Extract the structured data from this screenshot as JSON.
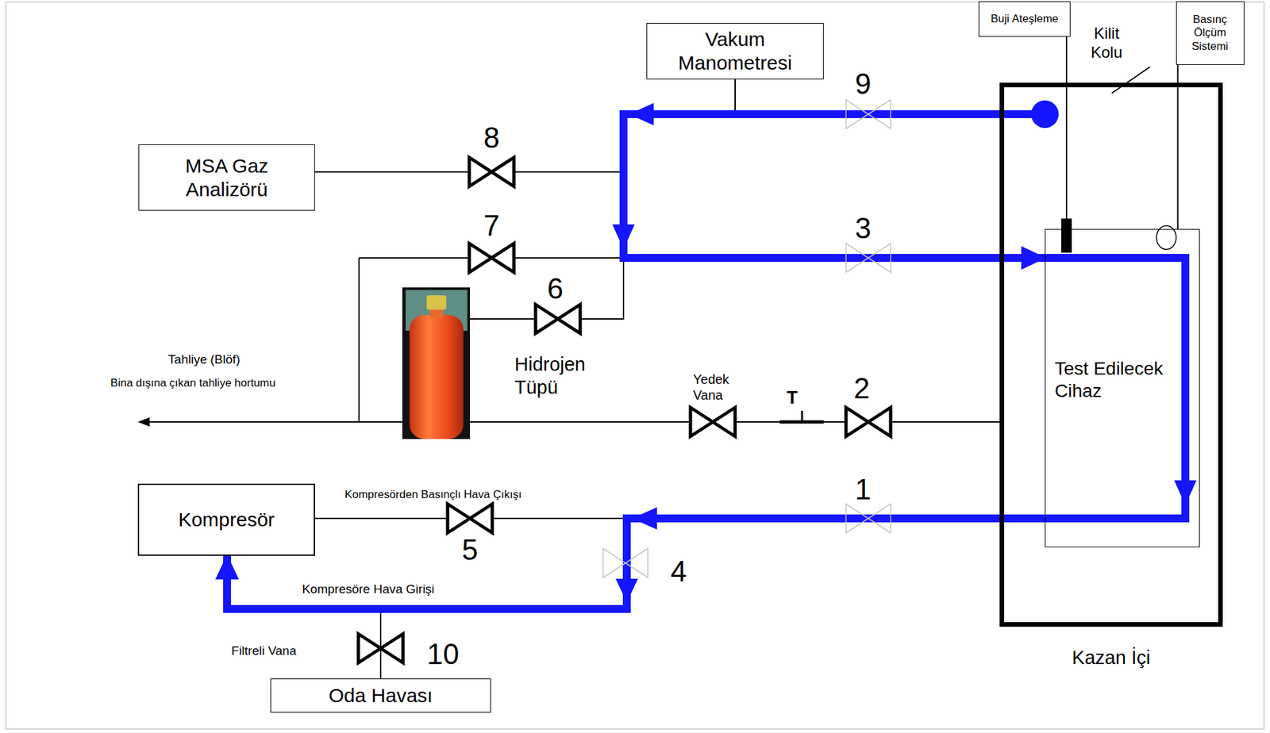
{
  "diagram": {
    "nodes": [
      {
        "text": [
          "Buji Ateşleme"
        ]
      },
      {
        "text": [
          "Basınç Ölçüm Sistemi"
        ]
      },
      {
        "text": [
          "Vakum Manometresi"
        ]
      },
      {
        "text": [
          "MSA Gaz Analizörü"
        ]
      },
      {
        "text": [
          "Kazan İçi"
        ]
      },
      {
        "text": [
          "Test Edilecek Cihaz"
        ],
        "in": 4
      },
      {
        "text": [
          "Kompresör"
        ]
      },
      {
        "text": [
          "Oda Havası"
        ]
      }
    ],
    "edges": [
      {
        "from": 4,
        "to": 5,
        "arrow": "to"
      },
      {
        "from": 5,
        "to": 6,
        "arrow": "to"
      },
      {
        "from": 7,
        "to": 6,
        "arrow": "to"
      },
      {
        "from": 0,
        "to": 5,
        "arrow": "none"
      },
      {
        "from": 1,
        "to": 5,
        "arrow": "none"
      }
    ],
    "labels": [
      "Kilit Kolu",
      "9",
      "8",
      "7",
      "3",
      "6",
      "Hidrojen Tüpü",
      "Tahliye (Blöf)",
      "Bina dışına çıkan tahliye hortumu",
      "Yedek Vana",
      "T",
      "2",
      "Kompresörden Basınçlı Hava Çıkışı",
      "5",
      "1",
      "4",
      "Kompresöre Hava Girişi",
      "Filtreli Vana",
      "10"
    ]
  }
}
